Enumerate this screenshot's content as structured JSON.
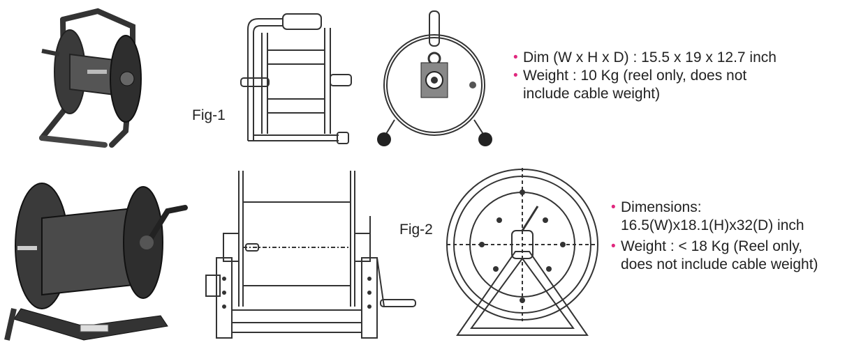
{
  "figure1": {
    "label": "Fig-1",
    "specs": [
      {
        "lines": [
          "Dim (W x H x D) : 15.5 x 19 x 12.7 inch"
        ]
      },
      {
        "lines": [
          "Weight : 10 Kg (reel only, does not",
          "include cable weight)"
        ]
      }
    ]
  },
  "figure2": {
    "label": "Fig-2",
    "specs": [
      {
        "lines": [
          "Dimensions:",
          "16.5(W)x18.1(H)x32(D) inch"
        ]
      },
      {
        "lines": [
          "Weight : < 18 Kg (Reel only,",
          "does not include cable weight)"
        ]
      }
    ]
  },
  "colors": {
    "bullet": "#e0287e",
    "line": "#333333",
    "reel_dark": "#2e2e2e"
  }
}
